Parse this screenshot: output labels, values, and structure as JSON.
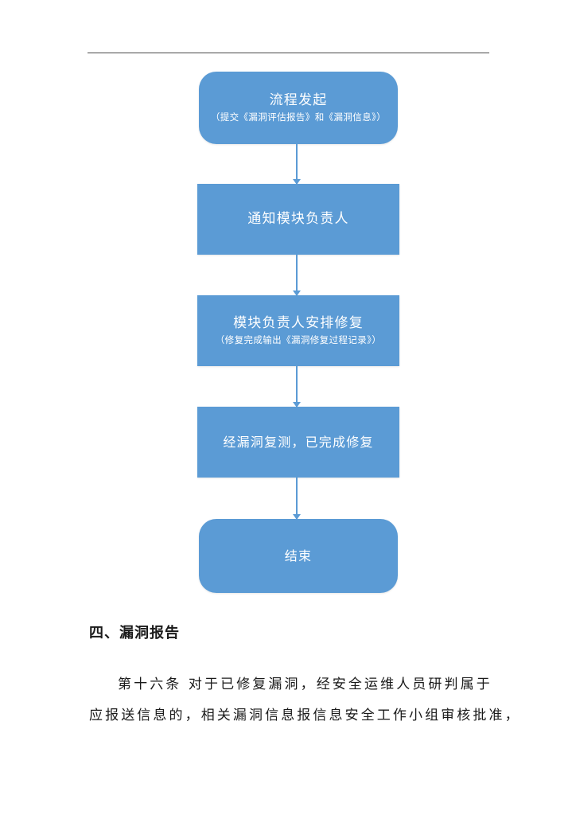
{
  "document": {
    "header_rule": "horizontal-rule",
    "flowchart": {
      "name": "漏洞修复流程图",
      "node_fill_color": "#5B9BD5",
      "connector_color": "#5B9BD5",
      "text_color": "#FFFFFF",
      "nodes": [
        {
          "id": "start",
          "shape": "terminator",
          "title": "流程发起",
          "subtitle": "（提交《漏洞评估报告》和《漏洞信息》）"
        },
        {
          "id": "notify",
          "shape": "process",
          "title": "通知模块负责人",
          "subtitle": ""
        },
        {
          "id": "arrange-fix",
          "shape": "process",
          "title": "模块负责人安排修复",
          "subtitle": "（修复完成输出《漏洞修复过程记录》）"
        },
        {
          "id": "retest",
          "shape": "process",
          "title": "经漏洞复测，已完成修复",
          "subtitle": ""
        },
        {
          "id": "end",
          "shape": "terminator",
          "title": "结束",
          "subtitle": ""
        }
      ],
      "connectors": [
        {
          "from": "start",
          "to": "notify",
          "arrow": "down-arrow"
        },
        {
          "from": "notify",
          "to": "arrange-fix",
          "arrow": "down-arrow"
        },
        {
          "from": "arrange-fix",
          "to": "retest",
          "arrow": "down-arrow"
        },
        {
          "from": "retest",
          "to": "end",
          "arrow": "down-arrow"
        }
      ]
    },
    "section": {
      "heading": "四、漏洞报告",
      "paragraph_lines": [
        "第十六条 对于已修复漏洞，经安全运维人员研判属于",
        "应报送信息的，相关漏洞信息报信息安全工作小组审核批准，"
      ]
    }
  }
}
